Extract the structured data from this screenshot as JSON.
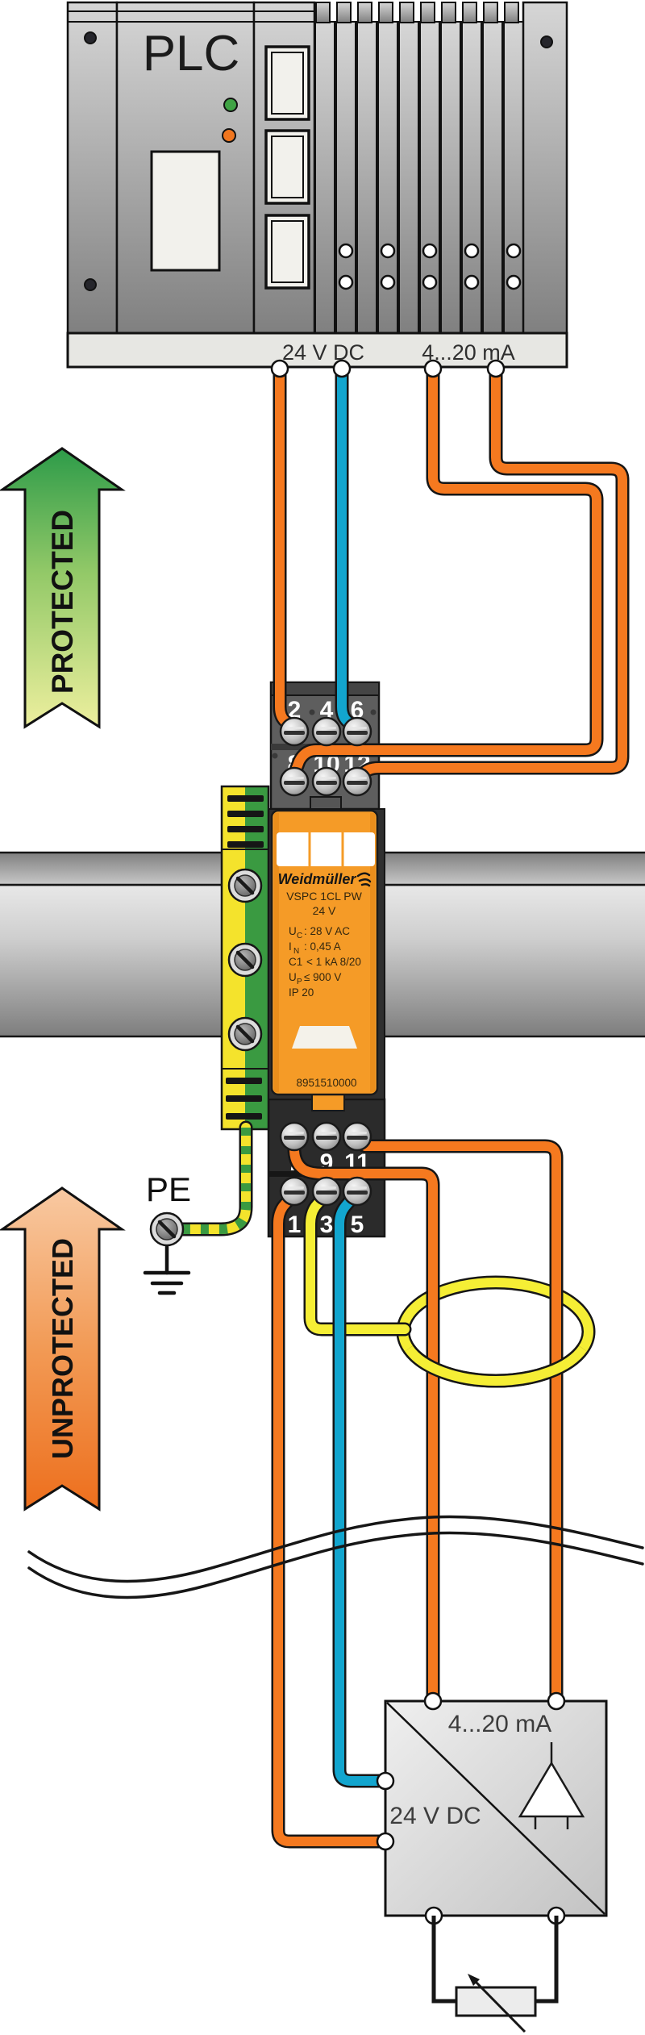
{
  "plc": {
    "title": "PLC",
    "power_label": "24 V DC",
    "signal_label": "4...20 mA"
  },
  "arrows": {
    "protected": "PROTECTED",
    "unprotected": "UNPROTECTED"
  },
  "device": {
    "brand": "Weidmüller",
    "model": "VSPC 1CL PW",
    "voltage": "24 V",
    "specs": [
      {
        "sym": "U",
        "sub": "C",
        "rest": ":  28 V AC"
      },
      {
        "sym": "I",
        "sub": "N",
        "rest": ":  0,45 A"
      },
      {
        "sym": "C1",
        "sub": "",
        "rest": "< 1 kA 8/20"
      },
      {
        "sym": "U",
        "sub": "P",
        "rest": "≤  900 V"
      },
      {
        "sym": "IP 20",
        "sub": "",
        "rest": ""
      }
    ],
    "part_number": "8951510000",
    "terminals": {
      "protected_top": [
        "2",
        "4",
        "6"
      ],
      "protected_bottom": [
        "8",
        "10",
        "12"
      ],
      "unprotected_top": [
        "7",
        "9",
        "11"
      ],
      "unprotected_bottom": [
        "1",
        "3",
        "5"
      ]
    }
  },
  "pe": {
    "label": "PE"
  },
  "transmitter": {
    "signal_label": "4...20 mA",
    "power_label": "24 V DC"
  },
  "colors": {
    "wire_orange": "#F5791F",
    "wire_blue": "#12A5CE",
    "wire_yellow": "#F5EE35",
    "pe_yellow": "#F4E32C",
    "pe_green": "#3A9A41",
    "module_orange": "#F59B27",
    "protected_green_top": "#2D9B49",
    "protected_green_bottom": "#EDEF9E",
    "unprotected_orange_top": "#F8C9A2",
    "unprotected_orange_bottom": "#ED6F1D",
    "led_green": "#3FA344",
    "led_orange": "#F0761F"
  }
}
